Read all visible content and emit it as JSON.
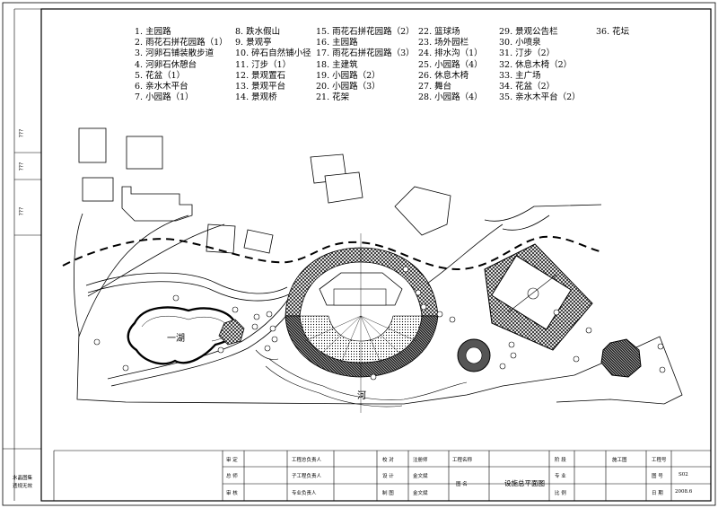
{
  "legend": {
    "columns": [
      [
        "1. 主园路",
        "2. 雨花石拼花园路（1）",
        "3. 河卵石铺装散步道",
        "4. 河卵石休憩台",
        "5. 花盆（1）",
        "6. 亲水木平台",
        "7. 小园路（1）"
      ],
      [
        "8. 跌水假山",
        "9. 景观亭",
        "10. 碎石自然铺小径",
        "11. 汀步（1）",
        "12. 景观置石",
        "13. 景观平台",
        "14. 景观桥"
      ],
      [
        "15. 雨花石拼花园路（2）",
        "16. 主园路",
        "17. 雨花石拼花园路（3）",
        "18. 主建筑",
        "19. 小园路（2）",
        "20. 小园路（3）",
        "21. 花架"
      ],
      [
        "22. 篮球场",
        "23. 场外园栏",
        "24. 排水沟（1）",
        "25. 小园路（4）",
        "26. 休息木椅",
        "27. 舞台",
        "28. 小园路（4）"
      ],
      [
        "29. 景观公告栏",
        "30. 小喷泉",
        "31. 汀步（2）",
        "32. 休息木椅（2）",
        "33. 主广场",
        "34. 花盆（2）",
        "35. 亲水木平台（2）"
      ],
      [
        "36. 花坛"
      ]
    ]
  },
  "plan_labels": {
    "lake": "一湖",
    "river": "河"
  },
  "side_stamps": [
    "???",
    "???",
    "???"
  ],
  "bottom_left_note": [
    "水晶图集",
    "违规无效"
  ],
  "title_block": {
    "col1": [
      "审  定",
      "总  师",
      "审  核"
    ],
    "col2": [
      "工程总负责人",
      "子工程负责人",
      "专业负责人"
    ],
    "col3": [
      "校  对",
      "设  计",
      "制  图"
    ],
    "col4": [
      "注册师",
      "金文斌",
      "金文斌"
    ],
    "project_label": "工程名称",
    "drawing_label": "图  名",
    "drawing_name": "设施总平面图",
    "col7": [
      "阶  段",
      "专  业",
      "比  例"
    ],
    "stage_value": "施工图",
    "project_no_label": "工程号",
    "sheet_no_label": "图  号",
    "sheet_no": "S02",
    "date_label": "日  期",
    "date": "2008.6"
  }
}
